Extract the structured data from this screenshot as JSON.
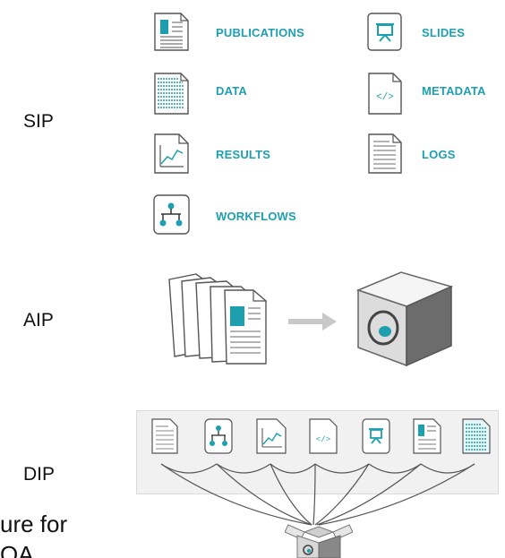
{
  "rows": {
    "sip": "SIP",
    "aip": "AIP",
    "dip": "DIP"
  },
  "sip_items": {
    "publications": "PUBLICATIONS",
    "slides": "SLIDES",
    "data": "DATA",
    "metadata": "METADATA",
    "results": "RESULTS",
    "logs": "LOGS",
    "workflows": "WORKFLOWS"
  },
  "cut_text": {
    "line1": "ure for",
    "line2": "OA"
  },
  "colors": {
    "accent": "#1e9fb0",
    "icon_stroke": "#555555",
    "panel": "#f1f1f1"
  }
}
